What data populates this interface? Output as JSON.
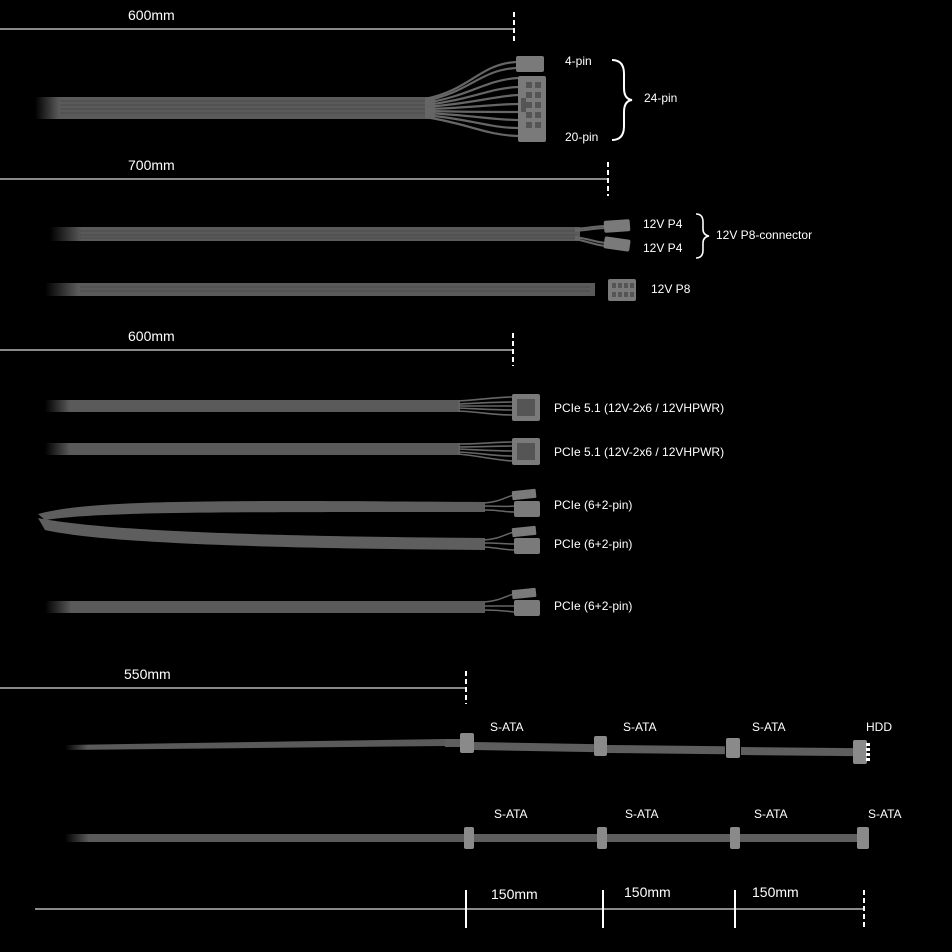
{
  "measurements": {
    "atx_length": "600mm",
    "cpu_length": "700mm",
    "pcie_length": "600mm",
    "sata_length": "550mm",
    "sata_spacing_1": "150mm",
    "sata_spacing_2": "150mm",
    "sata_spacing_3": "150mm"
  },
  "atx": {
    "top_label": "4-pin",
    "bottom_label": "20-pin",
    "group_label": "24-pin"
  },
  "cpu": {
    "p4_top": "12V P4",
    "p4_bottom": "12V P4",
    "group_label": "12V P8-connector",
    "p8": "12V P8"
  },
  "pcie": {
    "hpwr_1": "PCIe 5.1 (12V-2x6 / 12VHPWR)",
    "hpwr_2": "PCIe 5.1 (12V-2x6 / 12VHPWR)",
    "pcie_1": "PCIe (6+2-pin)",
    "pcie_2": "PCIe (6+2-pin)",
    "pcie_3": "PCIe (6+2-pin)"
  },
  "sata1": {
    "c1": "S-ATA",
    "c2": "S-ATA",
    "c3": "S-ATA",
    "end": "HDD"
  },
  "sata2": {
    "c1": "S-ATA",
    "c2": "S-ATA",
    "c3": "S-ATA",
    "end": "S-ATA"
  },
  "colors": {
    "background": "#000000",
    "cable": "#5a5a5a",
    "connector": "#7a7a7a",
    "rule": "#8a8a8a",
    "text": "#ffffff"
  }
}
